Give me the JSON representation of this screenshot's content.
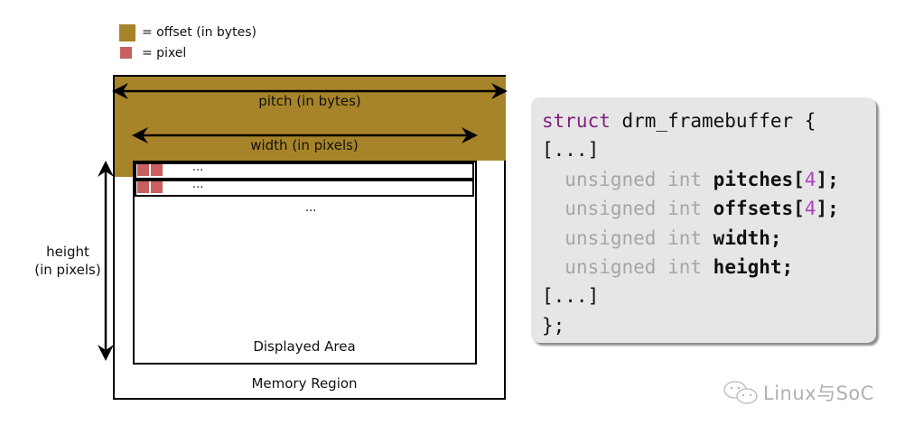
{
  "colors": {
    "offset": "#a7842a",
    "pixel": "#c95f5f",
    "border": "#000000",
    "code_bg": "#e6e6e6",
    "code_keyword": "#7f1f7f",
    "code_type": "#a6a6a6",
    "code_number": "#b040c0",
    "watermark": "#b0b0b0"
  },
  "legend": {
    "offset_label": "= offset (in bytes)",
    "pixel_label": "= pixel"
  },
  "diagram": {
    "pitch_label": "pitch (in bytes)",
    "width_label": "width (in pixels)",
    "height_label_line1": "height",
    "height_label_line2": "(in pixels)",
    "row_ellipsis": "...",
    "rows_ellipsis": "...",
    "displayed_area_label": "Displayed Area",
    "memory_region_label": "Memory Region"
  },
  "code": {
    "line1_keyword": "struct",
    "line1_rest": " drm_framebuffer {",
    "ellipsis_open": "[...]",
    "fields": [
      {
        "type": "unsigned int",
        "name": "pitches[",
        "num": "4",
        "tail": "];"
      },
      {
        "type": "unsigned int",
        "name": "offsets[",
        "num": "4",
        "tail": "];"
      },
      {
        "type": "unsigned int",
        "name": "width;",
        "num": "",
        "tail": ""
      },
      {
        "type": "unsigned int",
        "name": "height;",
        "num": "",
        "tail": ""
      }
    ],
    "ellipsis_close": "[...]",
    "closing": "};"
  },
  "watermark": {
    "icon": "wechat-icon",
    "text": "Linux与SoC"
  }
}
